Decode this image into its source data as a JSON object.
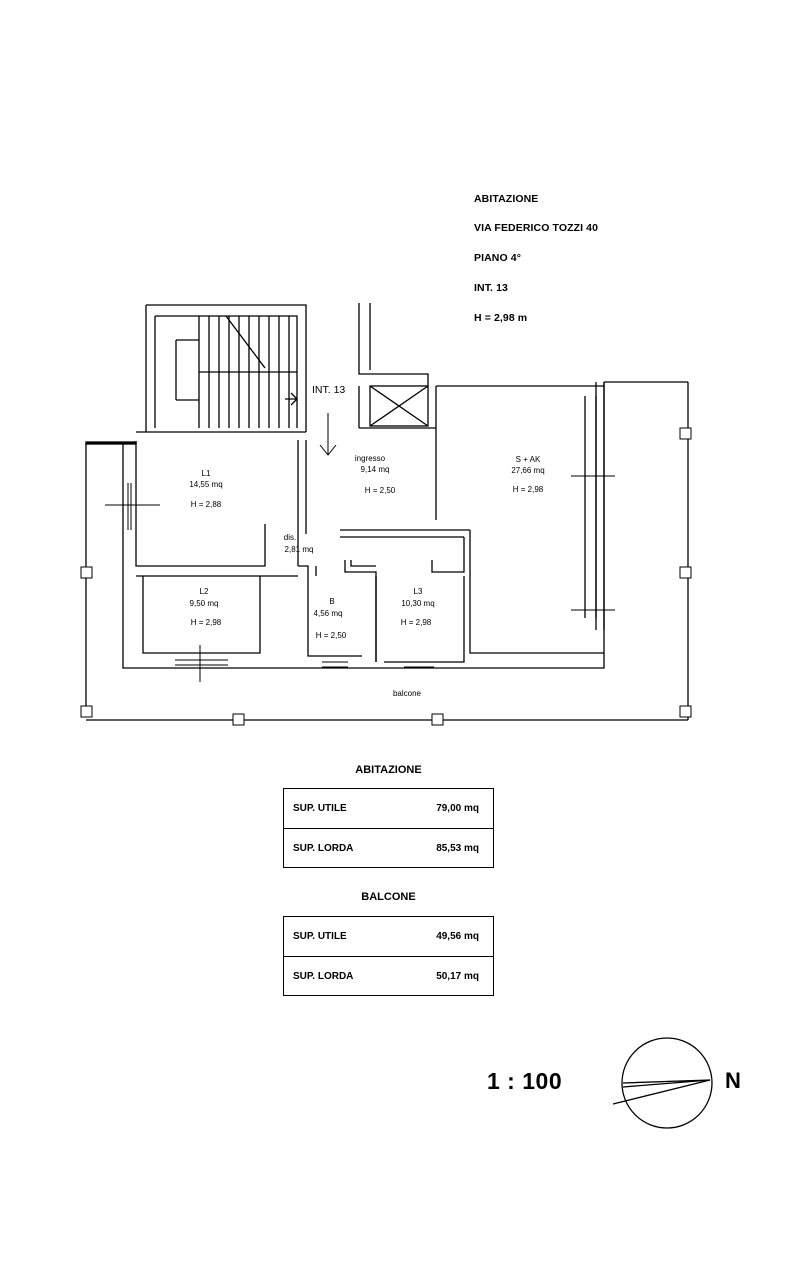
{
  "header": {
    "line1": "ABITAZIONE",
    "line2": "VIA FEDERICO TOZZI 40",
    "line3": "PIANO 4°",
    "line4": "INT. 13",
    "line5": "H = 2,98 m"
  },
  "plan": {
    "entrance_label": "INT. 13",
    "rooms": {
      "l1": {
        "name": "L1",
        "area": "14,55 mq",
        "height": "H = 2,88"
      },
      "ingresso": {
        "name": "ingresso",
        "area": "9,14 mq",
        "height": "H = 2,50"
      },
      "s_ak": {
        "name": "S + AK",
        "area": "27,66 mq",
        "height": "H = 2,98"
      },
      "dis": {
        "name": "dis.",
        "area": "2,81 mq"
      },
      "l2": {
        "name": "L2",
        "area": "9,50 mq",
        "height": "H = 2,98"
      },
      "b": {
        "name": "B",
        "area": "4,56 mq",
        "height": "H = 2,50"
      },
      "l3": {
        "name": "L3",
        "area": "10,30 mq",
        "height": "H = 2,98"
      },
      "balcone": {
        "name": "balcone"
      }
    }
  },
  "tables": {
    "abitazione": {
      "title": "ABITAZIONE",
      "rows": [
        {
          "label": "SUP. UTILE",
          "value": "79,00 mq"
        },
        {
          "label": "SUP. LORDA",
          "value": "85,53 mq"
        }
      ]
    },
    "balcone": {
      "title": "BALCONE",
      "rows": [
        {
          "label": "SUP. UTILE",
          "value": "49,56 mq"
        },
        {
          "label": "SUP. LORDA",
          "value": "50,17 mq"
        }
      ]
    }
  },
  "scale": "1 : 100",
  "north_label": "N"
}
